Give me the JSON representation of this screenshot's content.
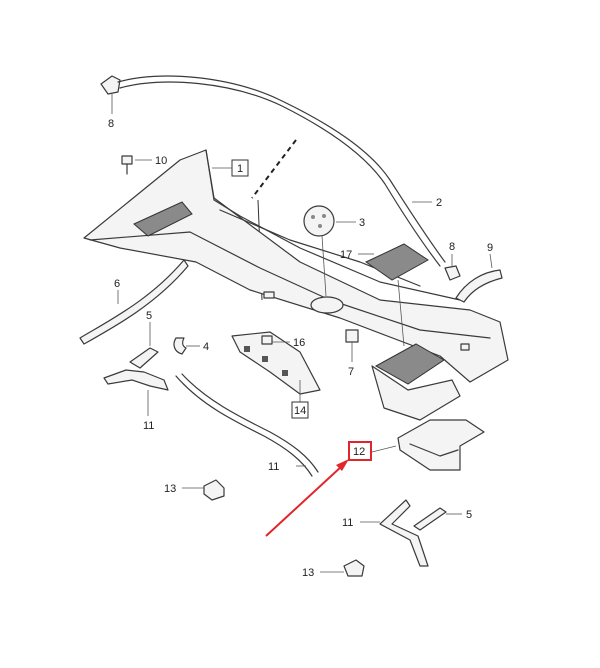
{
  "callouts": {
    "c8a": "8",
    "c10": "10",
    "c1": "1",
    "c2": "2",
    "c3": "3",
    "c17": "17",
    "c8b": "8",
    "c9": "9",
    "c6": "6",
    "c5a": "5",
    "c4": "4",
    "c16": "16",
    "c7": "7",
    "c11a": "11",
    "c14": "14",
    "c12": "12",
    "c11b": "11",
    "c13a": "13",
    "c11c": "11",
    "c5b": "5",
    "c13b": "13"
  },
  "colors": {
    "highlight": "#e0262b",
    "line": "#3a3a3a"
  }
}
